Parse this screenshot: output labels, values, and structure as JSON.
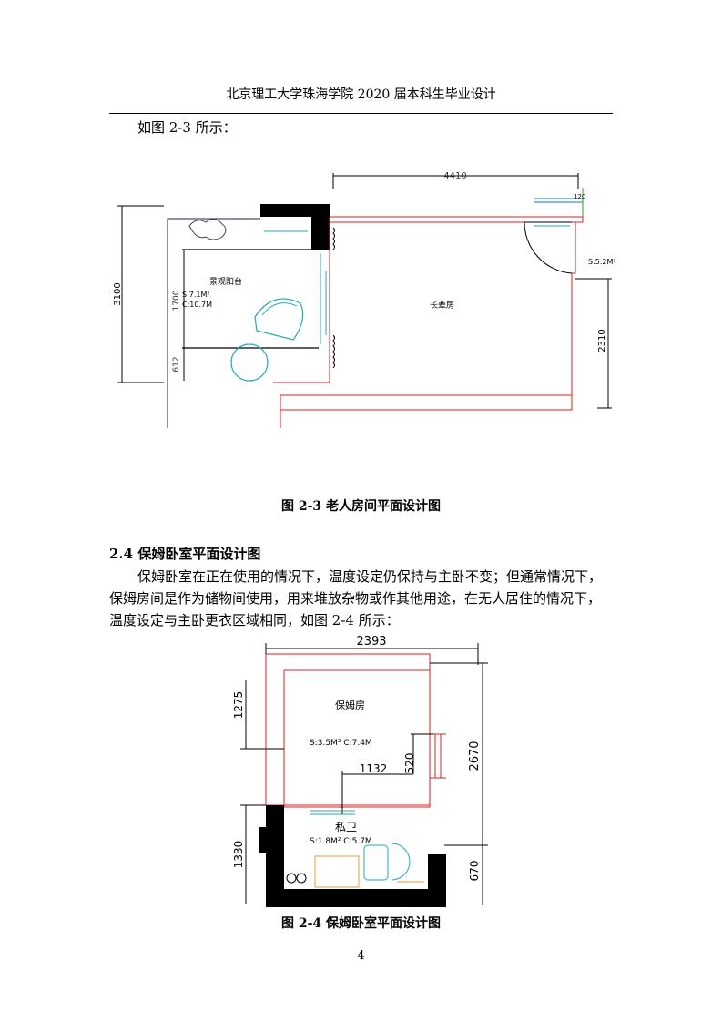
{
  "header": {
    "title": "北京理工大学珠海学院 2020 届本科生毕业设计"
  },
  "intro_line": "如图 2-3 所示：",
  "figure_2_3": {
    "caption": "图 2-3 老人房间平面设计图",
    "dims": {
      "top_width": "4410",
      "right_small": "120",
      "left_height": "3100",
      "right_height": "2310",
      "balcony_side": "1700",
      "balcony_bottom": "612"
    },
    "labels": {
      "balcony_name": "景观阳台",
      "balcony_area": "S:7.1M²",
      "balcony_perimeter": "C:10.7M",
      "room_name": "长辈房",
      "corner_area": "S:5.2M²"
    }
  },
  "section": {
    "heading": "2.4 保姆卧室平面设计图",
    "paragraph_lines": [
      "保姆卧室在正在使用的情况下，温度设定仍保持与主卧不变；但通常情况下，",
      "保姆房间是作为储物间使用，用来堆放杂物或作其他用途，在无人居住的情况下，",
      "温度设定与主卧更衣区域相同，如图 2-4 所示："
    ]
  },
  "figure_2_4": {
    "caption": "图 2-4 保姆卧室平面设计图",
    "dims": {
      "top_width": "2393",
      "left_upper": "1275",
      "right_total": "2670",
      "inner_520": "520",
      "inner_1132": "1132",
      "left_lower": "1330",
      "right_lower": "670"
    },
    "labels": {
      "room_name": "保姆房",
      "room_area": "S:3.5M² C:7.4M",
      "bath_name": "私卫",
      "bath_area": "S:1.8M² C:5.7M"
    }
  },
  "page_number": "4"
}
